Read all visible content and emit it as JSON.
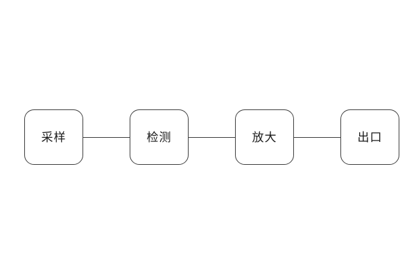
{
  "diagram": {
    "type": "flowchart",
    "orientation": "horizontal",
    "background": "#ffffff",
    "stroke_color": "#3f3f3f",
    "text_color": "#1a1a1a",
    "connector_style": "plain-line-no-arrow",
    "nodes": [
      {
        "id": "sampling",
        "label": "采样"
      },
      {
        "id": "detection",
        "label": "检测"
      },
      {
        "id": "amplification",
        "label": "放大"
      },
      {
        "id": "output",
        "label": "出口"
      }
    ],
    "connections": [
      {
        "from": "采样",
        "to": "检测"
      },
      {
        "from": "检测",
        "to": "放大"
      },
      {
        "from": "放大",
        "to": "出口"
      }
    ]
  }
}
